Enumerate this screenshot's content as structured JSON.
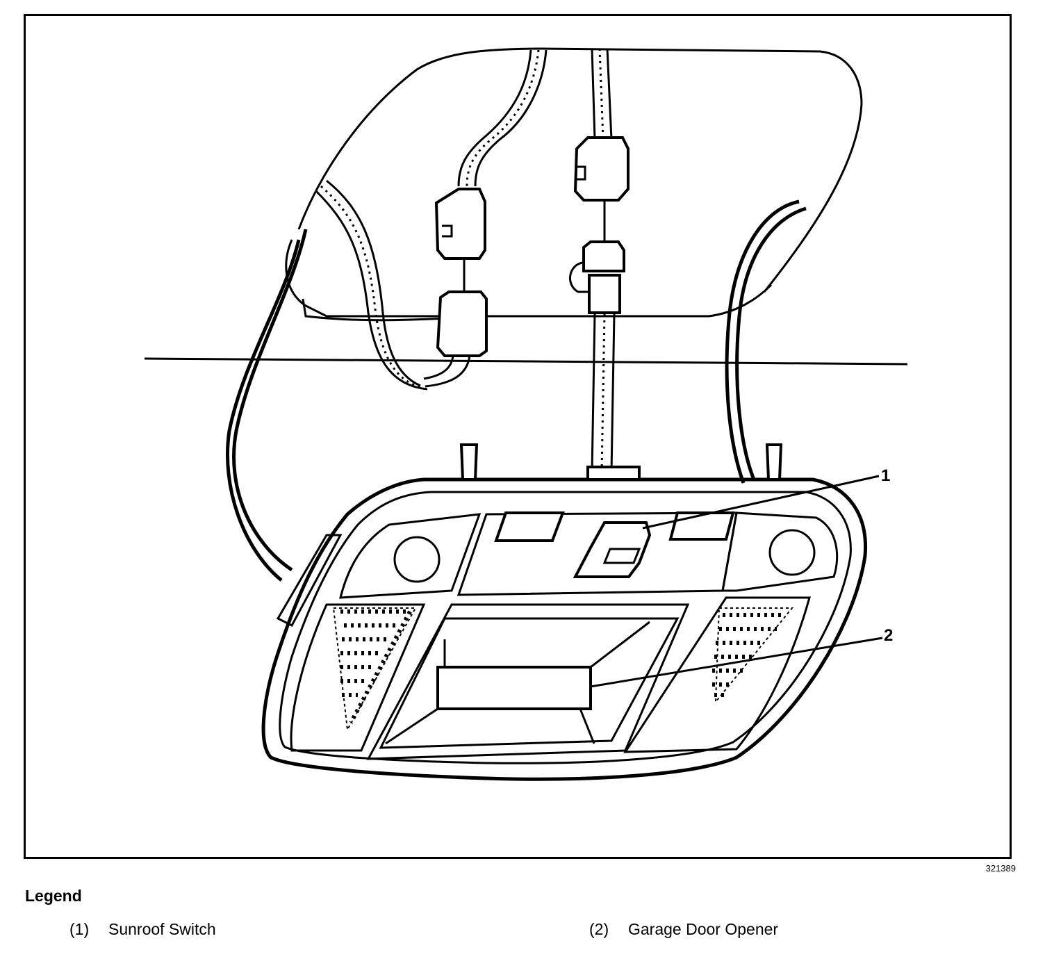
{
  "figure_id": "321389",
  "callouts": {
    "c1": "1",
    "c2": "2"
  },
  "legend": {
    "title": "Legend",
    "items": [
      {
        "number": "(1)",
        "label": "Sunroof Switch"
      },
      {
        "number": "(2)",
        "label": "Garage Door Opener"
      }
    ]
  }
}
